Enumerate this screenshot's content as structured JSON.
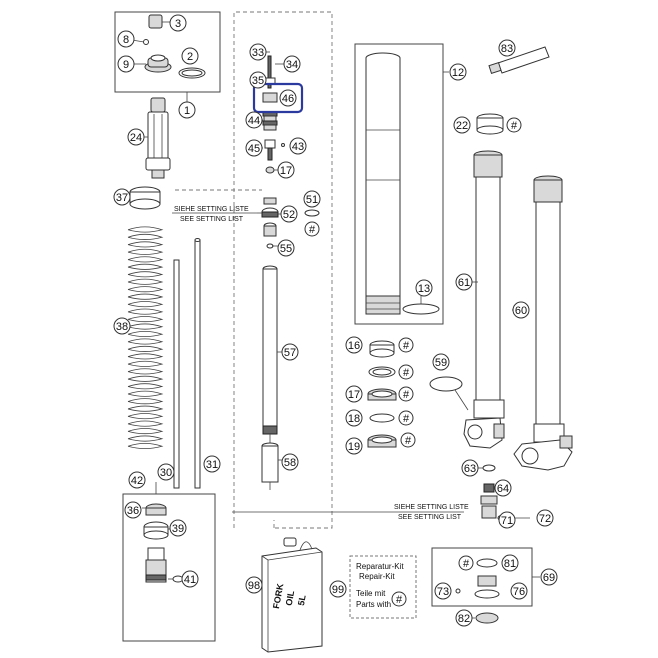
{
  "setting_list": {
    "line1": "SIEHE SETTING LISTE",
    "line2": "SEE SETTING LIST"
  },
  "repair_kit": {
    "line1": "Reparatur-Kit",
    "line2": "Repair-Kit",
    "line3": "Teile mit",
    "line4": "Parts with",
    "symbol": "#"
  },
  "fork_oil": {
    "line1": "FORK",
    "line2": "OIL",
    "line3": "5L"
  },
  "hash_symbol": "#",
  "highlight_color": "#2b3a9f",
  "part_numbers": {
    "p1": "1",
    "p2": "2",
    "p3": "3",
    "p8": "8",
    "p9": "9",
    "p12": "12",
    "p13": "13",
    "p16": "16",
    "p17": "17",
    "p17b": "17",
    "p18": "18",
    "p19": "19",
    "p22": "22",
    "p24": "24",
    "p30": "30",
    "p31": "31",
    "p33": "33",
    "p34": "34",
    "p35": "35",
    "p36": "36",
    "p37": "37",
    "p38": "38",
    "p39": "39",
    "p41": "41",
    "p42": "42",
    "p43": "43",
    "p44": "44",
    "p45": "45",
    "p46": "46",
    "p51": "51",
    "p52": "52",
    "p55": "55",
    "p57": "57",
    "p58": "58",
    "p59": "59",
    "p60": "60",
    "p61": "61",
    "p63": "63",
    "p64": "64",
    "p69": "69",
    "p71": "71",
    "p72": "72",
    "p73": "73",
    "p76": "76",
    "p81": "81",
    "p82": "82",
    "p83": "83",
    "p98": "98",
    "p99": "99"
  }
}
